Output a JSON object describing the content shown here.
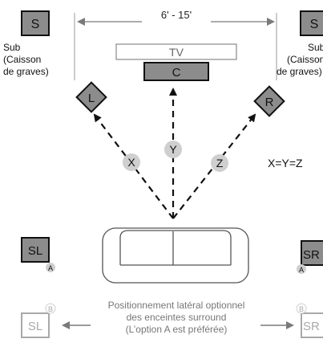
{
  "colors": {
    "box_fill": "#8c8c8c",
    "box_stroke": "#111111",
    "circle_fill": "#cfcfcf",
    "muted": "#a9a9a9",
    "dim_line": "#7a7a7a"
  },
  "dimension": {
    "label": "6' - 15'"
  },
  "speakers": {
    "sub_left": {
      "label": "S",
      "caption": [
        "Sub",
        "(Caisson",
        "de graves)"
      ]
    },
    "sub_right": {
      "label": "S",
      "caption": [
        "Sub",
        "(Caisson",
        "de graves)"
      ]
    },
    "tv": {
      "label": "TV"
    },
    "center": {
      "label": "C"
    },
    "left": {
      "label": "L"
    },
    "right": {
      "label": "R"
    },
    "surround_left_a": {
      "label": "SL",
      "badge": "A"
    },
    "surround_right_a": {
      "label": "SR",
      "badge": "A"
    },
    "surround_left_b": {
      "label": "SL",
      "badge": "B"
    },
    "surround_right_b": {
      "label": "SR",
      "badge": "B"
    }
  },
  "distances": {
    "x": "X",
    "y": "Y",
    "z": "Z",
    "equation": "X=Y=Z"
  },
  "optional_note": [
    "Positionnement latéral optionnel",
    "des enceintes surround",
    "(L’option A est préférée)"
  ],
  "icons": [
    "sofa-icon",
    "arrow-icon"
  ]
}
